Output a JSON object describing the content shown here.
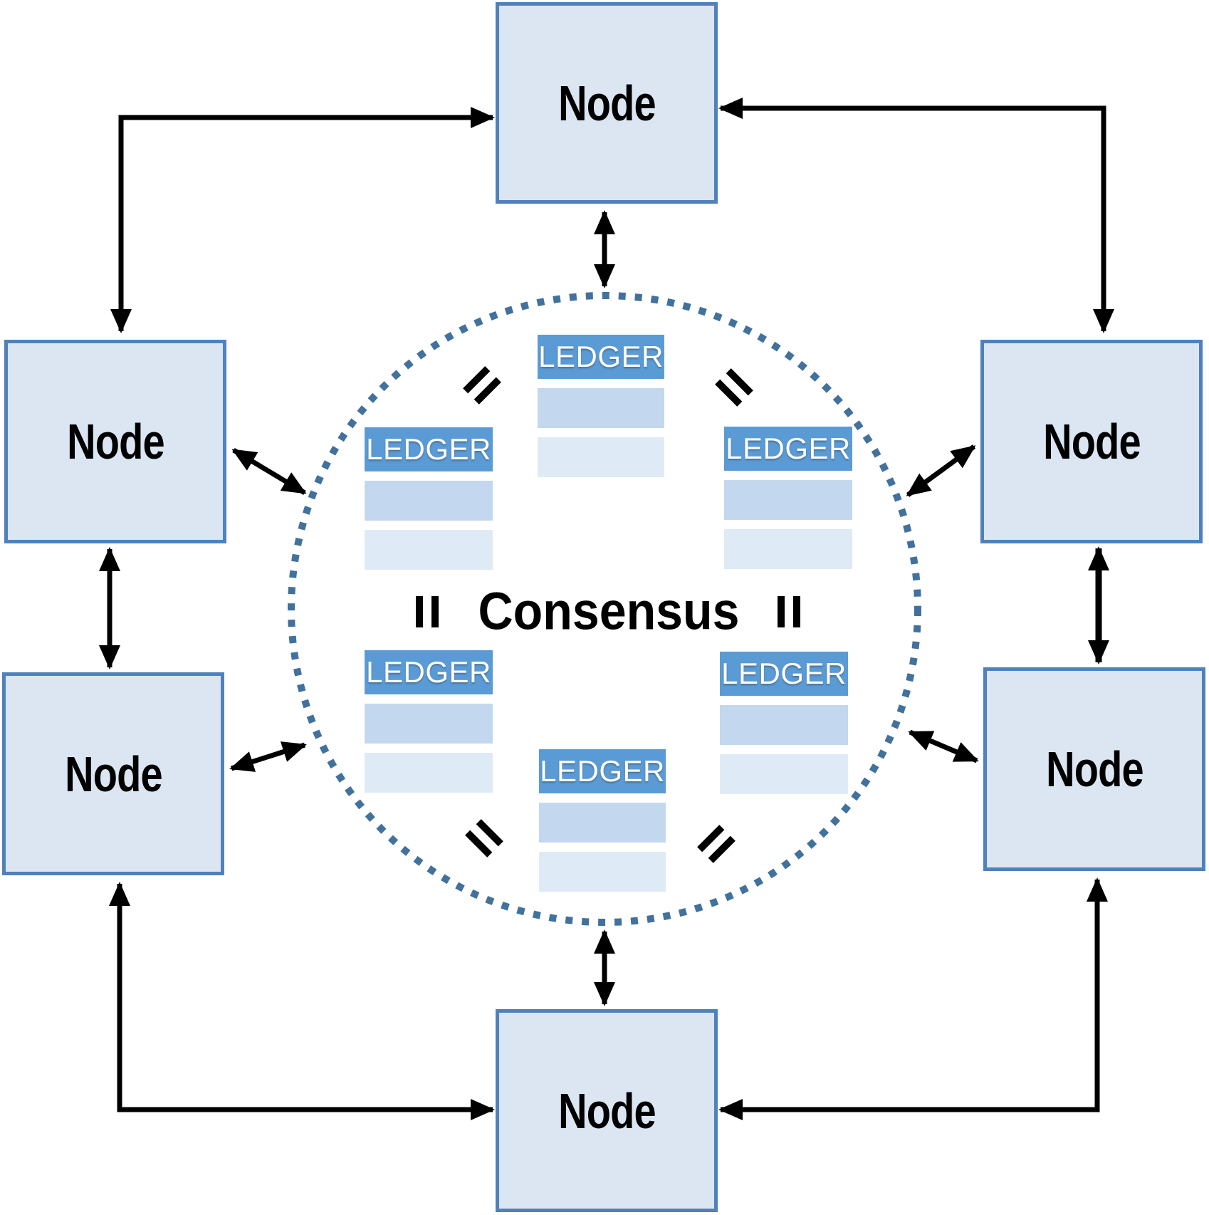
{
  "diagram": {
    "center_label": "Consensus",
    "equals_symbol": "=",
    "nodes": [
      {
        "id": "node-top",
        "label": "Node"
      },
      {
        "id": "node-left-upper",
        "label": "Node"
      },
      {
        "id": "node-left-lower",
        "label": "Node"
      },
      {
        "id": "node-right-upper",
        "label": "Node"
      },
      {
        "id": "node-right-lower",
        "label": "Node"
      },
      {
        "id": "node-bottom",
        "label": "Node"
      }
    ],
    "ledgers": [
      {
        "id": "ledger-top-center",
        "label": "LEDGER",
        "rows": 2
      },
      {
        "id": "ledger-left",
        "label": "LEDGER",
        "rows": 2
      },
      {
        "id": "ledger-right",
        "label": "LEDGER",
        "rows": 2
      },
      {
        "id": "ledger-bottom-left",
        "label": "LEDGER",
        "rows": 2
      },
      {
        "id": "ledger-bottom-right",
        "label": "LEDGER",
        "rows": 2
      },
      {
        "id": "ledger-bottom-center",
        "label": "LEDGER",
        "rows": 2
      }
    ],
    "connections": [
      "node-top <-> node-left-upper (elbow, double arrow)",
      "node-top <-> node-right-upper (elbow, double arrow)",
      "node-bottom <-> node-left-lower (elbow, double arrow)",
      "node-bottom <-> node-right-lower (elbow, double arrow)",
      "node-top <-> consensus-circle (double arrow)",
      "node-bottom <-> consensus-circle (double arrow)",
      "node-left-upper <-> node-left-lower (double arrow)",
      "node-right-upper <-> node-right-lower (double arrow)",
      "node-left-upper <-> consensus-circle (double arrow)",
      "node-left-lower <-> consensus-circle (double arrow)",
      "node-right-upper <-> consensus-circle (double arrow)",
      "node-right-lower <-> consensus-circle (double arrow)"
    ],
    "colors": {
      "node_fill": "#dce6f2",
      "node_border": "#4f81bd",
      "ledger_header": "#5b9bd5",
      "ledger_row1": "#c3d8ee",
      "ledger_row2": "#deebf7",
      "circle_dot": "#41719c",
      "arrow": "#000000",
      "text": "#000000",
      "ledger_text": "#ffffff",
      "bg": "#ffffff"
    }
  }
}
